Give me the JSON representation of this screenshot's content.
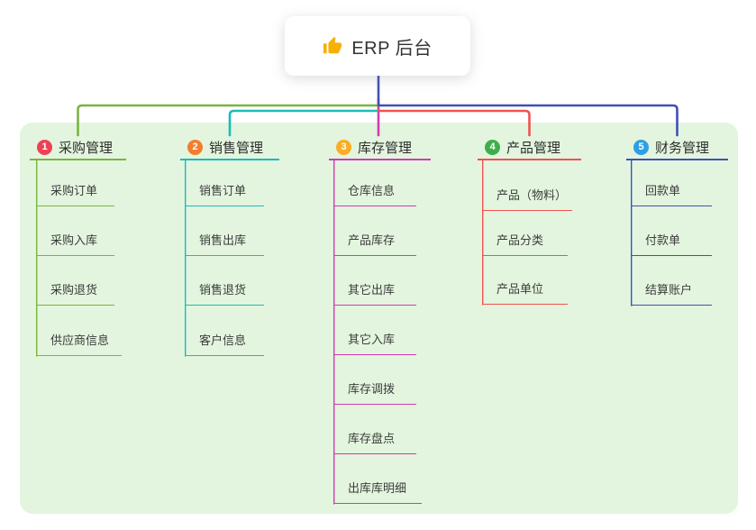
{
  "root": {
    "title": "ERP 后台",
    "icon": "thumbs-up-icon",
    "icon_color": "#F7B000",
    "stem_color": "#3F51B5"
  },
  "canvas": {
    "background": "#FFFFFF",
    "panel_color": "#E3F5DE"
  },
  "branches": [
    {
      "number": "1",
      "label": "采购管理",
      "color": "#7CB342",
      "badge_color": "#EE4155",
      "children": [
        "采购订单",
        "采购入库",
        "采购退货",
        "供应商信息"
      ]
    },
    {
      "number": "2",
      "label": "销售管理",
      "color": "#1ABCB9",
      "badge_color": "#F57C2E",
      "children": [
        "销售订单",
        "销售出库",
        "销售退货",
        "客户信息"
      ]
    },
    {
      "number": "3",
      "label": "库存管理",
      "color": "#D23BB0",
      "badge_color": "#FBAD23",
      "children": [
        "仓库信息",
        "产品库存",
        "其它出库",
        "其它入库",
        "库存调拨",
        "库存盘点",
        "出库库明细"
      ]
    },
    {
      "number": "4",
      "label": "产品管理",
      "color": "#EF5350",
      "badge_color": "#3EAE4C",
      "children": [
        "产品（物料）",
        "产品分类",
        "产品单位"
      ]
    },
    {
      "number": "5",
      "label": "财务管理",
      "color": "#3F51B5",
      "badge_color": "#2E9FE6",
      "children": [
        "回款单",
        "付款单",
        "结算账户"
      ]
    }
  ]
}
